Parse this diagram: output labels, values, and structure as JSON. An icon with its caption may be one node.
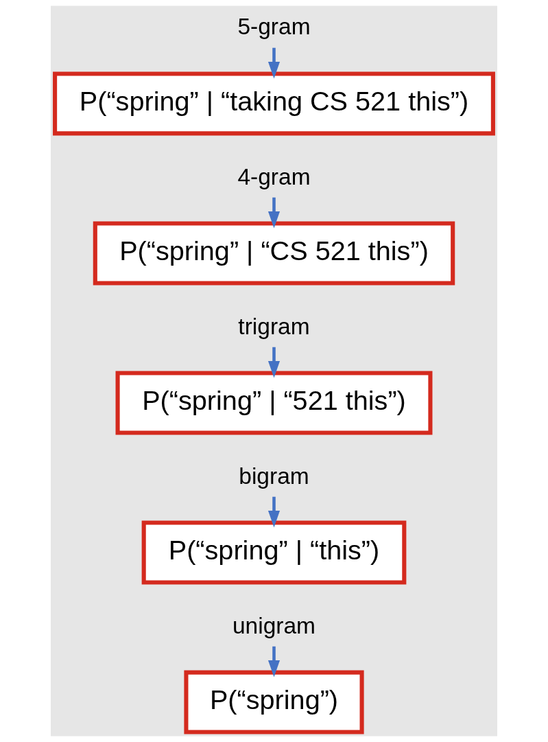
{
  "diagram": {
    "nodes": [
      {
        "text": [
          "5-gram"
        ]
      },
      {
        "text": [
          "P(“spring” | “taking CS 521 this”)"
        ]
      },
      {
        "text": [
          "4-gram"
        ]
      },
      {
        "text": [
          "P(“spring” | “CS 521 this”)"
        ]
      },
      {
        "text": [
          "trigram"
        ]
      },
      {
        "text": [
          "P(“spring” | “521 this”)"
        ]
      },
      {
        "text": [
          "bigram"
        ]
      },
      {
        "text": [
          "P(“spring” | “this”)"
        ]
      },
      {
        "text": [
          "unigram"
        ]
      },
      {
        "text": [
          "P(“spring”)"
        ]
      }
    ],
    "edges": [
      {
        "from": 0,
        "to": 1,
        "arrow": "to"
      },
      {
        "from": 2,
        "to": 3,
        "arrow": "to"
      },
      {
        "from": 4,
        "to": 5,
        "arrow": "to"
      },
      {
        "from": 6,
        "to": 7,
        "arrow": "to"
      },
      {
        "from": 8,
        "to": 9,
        "arrow": "to"
      }
    ]
  }
}
